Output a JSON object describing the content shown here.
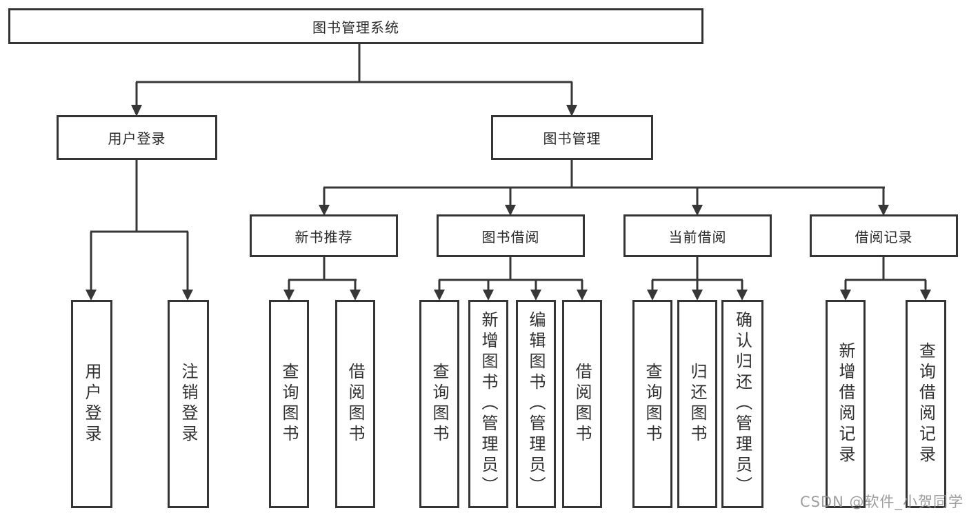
{
  "diagram": {
    "title": "图书管理系统",
    "tree": {
      "root": {
        "label": "图书管理系统"
      },
      "level2": [
        {
          "label": "用户登录",
          "leaves": [
            {
              "label": "用户登录"
            },
            {
              "label": "注销登录"
            }
          ]
        },
        {
          "label": "图书管理"
        }
      ],
      "level3": [
        {
          "label": "新书推荐",
          "leaves": [
            {
              "label": "查询图书"
            },
            {
              "label": "借阅图书"
            }
          ]
        },
        {
          "label": "图书借阅",
          "leaves": [
            {
              "label": "查询图书"
            },
            {
              "label": "新增图书（管理员）"
            },
            {
              "label": "编辑图书（管理员）"
            },
            {
              "label": "借阅图书"
            }
          ]
        },
        {
          "label": "当前借阅",
          "leaves": [
            {
              "label": "查询图书"
            },
            {
              "label": "归还图书"
            },
            {
              "label": "确认归还（管理员）"
            }
          ]
        },
        {
          "label": "借阅记录",
          "leaves": [
            {
              "label": "新增借阅记录"
            },
            {
              "label": "查询借阅记录"
            }
          ]
        }
      ]
    },
    "line_color": "#373737",
    "text_color": "#2b2b2b",
    "watermark": {
      "text": "CSDN @软件_小贺同学",
      "color": "#949496"
    }
  }
}
